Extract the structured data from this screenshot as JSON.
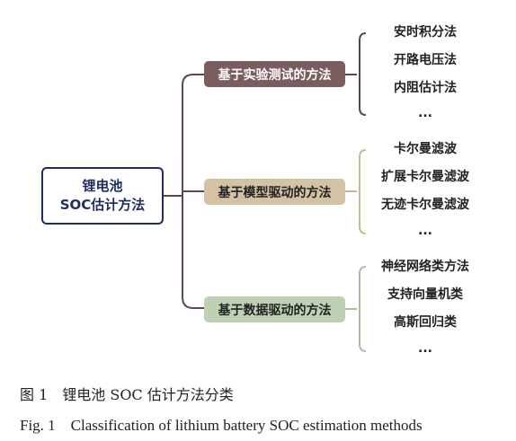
{
  "diagram": {
    "root": {
      "line1": "锂电池",
      "line2": "SOC估计方法"
    },
    "categories": [
      {
        "label": "基于实验测试的方法",
        "color": "#7a5e5e",
        "items": [
          "安时积分法",
          "开路电压法",
          "内阻估计法",
          "..."
        ]
      },
      {
        "label": "基于模型驱动的方法",
        "color": "#d4c2a6",
        "items": [
          "卡尔曼滤波",
          "扩展卡尔曼滤波",
          "无迹卡尔曼滤波",
          "..."
        ]
      },
      {
        "label": "基于数据驱动的方法",
        "color": "#bfd1b4",
        "items": [
          "神经网络类方法",
          "支持向量机类",
          "高斯回归类",
          "..."
        ]
      }
    ],
    "line_colors": {
      "root_links": "#5c4848",
      "exp_bracket": "#5c4848",
      "model_bracket": "#c9b795",
      "data_bracket": "#a8c29c"
    }
  },
  "caption": {
    "zh": "图 1　锂电池 SOC 估计方法分类",
    "en": "Fig. 1　Classification of lithium battery SOC estimation methods"
  }
}
